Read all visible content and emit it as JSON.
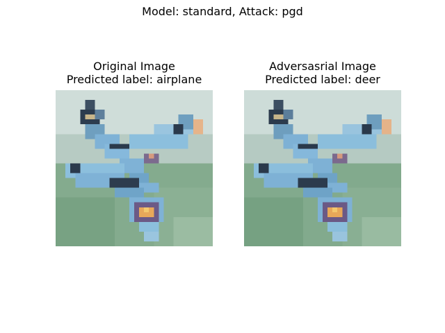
{
  "figure": {
    "title": "Model: standard, Attack: pgd"
  },
  "panels": [
    {
      "title_line1": "Original Image",
      "title_line2": "Predicted label: airplane"
    },
    {
      "title_line1": "Adversasrial Image",
      "title_line2": "Predicted label: deer"
    }
  ],
  "colors": {
    "sky": "#c9d9d5",
    "ground": "#7fa88a",
    "plane_body": "#7fb2d6",
    "plane_dark": "#2b3a4c",
    "roundel_center": "#e8a85a",
    "roundel_ring": "#6c5a86"
  }
}
